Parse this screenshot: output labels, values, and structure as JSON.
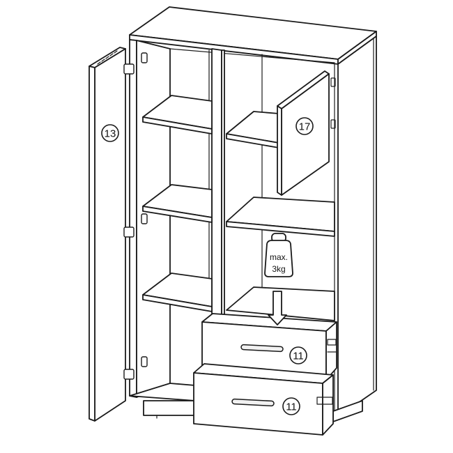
{
  "callouts": {
    "door": "13",
    "small_door": "17",
    "drawer_upper": "11",
    "drawer_lower": "11"
  },
  "weight_limit": {
    "line1": "max.",
    "line2": "3kg"
  }
}
